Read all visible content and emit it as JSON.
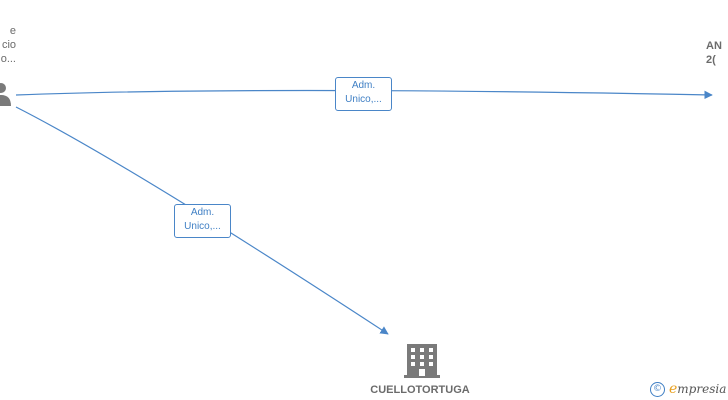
{
  "nodes": {
    "person": {
      "label_lines": [
        "e",
        "cio",
        "o..."
      ],
      "icon": "person-icon"
    },
    "company_right": {
      "label_lines": [
        "AN",
        "2("
      ],
      "icon": "building-icon"
    },
    "company_bottom": {
      "label": "CUELLOTORTUGA",
      "icon": "building-icon"
    }
  },
  "edges": [
    {
      "from": "person",
      "to": "company_right",
      "label_lines": [
        "Adm.",
        "Unico,..."
      ]
    },
    {
      "from": "person",
      "to": "company_bottom",
      "label_lines": [
        "Adm.",
        "Unico,..."
      ]
    }
  ],
  "colors": {
    "edge": "#4a86c8",
    "node_text": "#6b6b6b",
    "icon": "#7a7a7a",
    "brand_accent": "#e8a020"
  },
  "brand": {
    "symbol": "©",
    "initial": "e",
    "rest": "mpresia"
  }
}
